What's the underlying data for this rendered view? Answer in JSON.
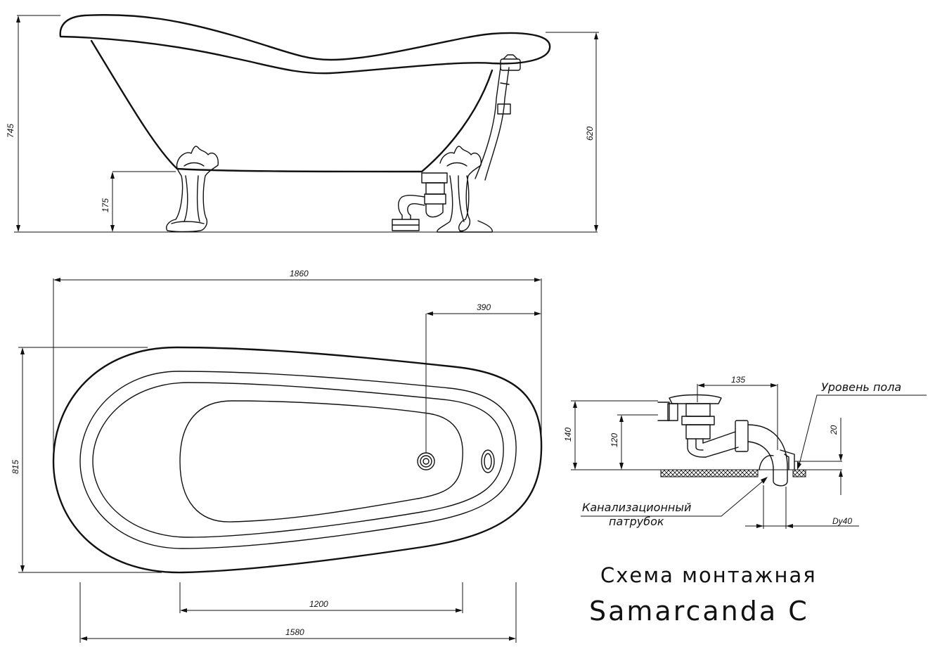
{
  "dimensions": {
    "height_total": "745",
    "rim_height": "620",
    "foot_height": "175",
    "length": "1860",
    "drain_offset": "390",
    "width": "815",
    "inner_length": "1200",
    "base_length": "1580",
    "siphon_offset": "135",
    "siphon_height_outer": "140",
    "siphon_height_inner": "120",
    "floor_gap": "20",
    "pipe_diameter": "Dy40"
  },
  "labels": {
    "floor_level": "Уровень пола",
    "sewer_pipe_line1": "Канализационный",
    "sewer_pipe_line2": "патрубок"
  },
  "title": {
    "line1": "Схема монтажная",
    "line2": "Samarcanda C"
  }
}
